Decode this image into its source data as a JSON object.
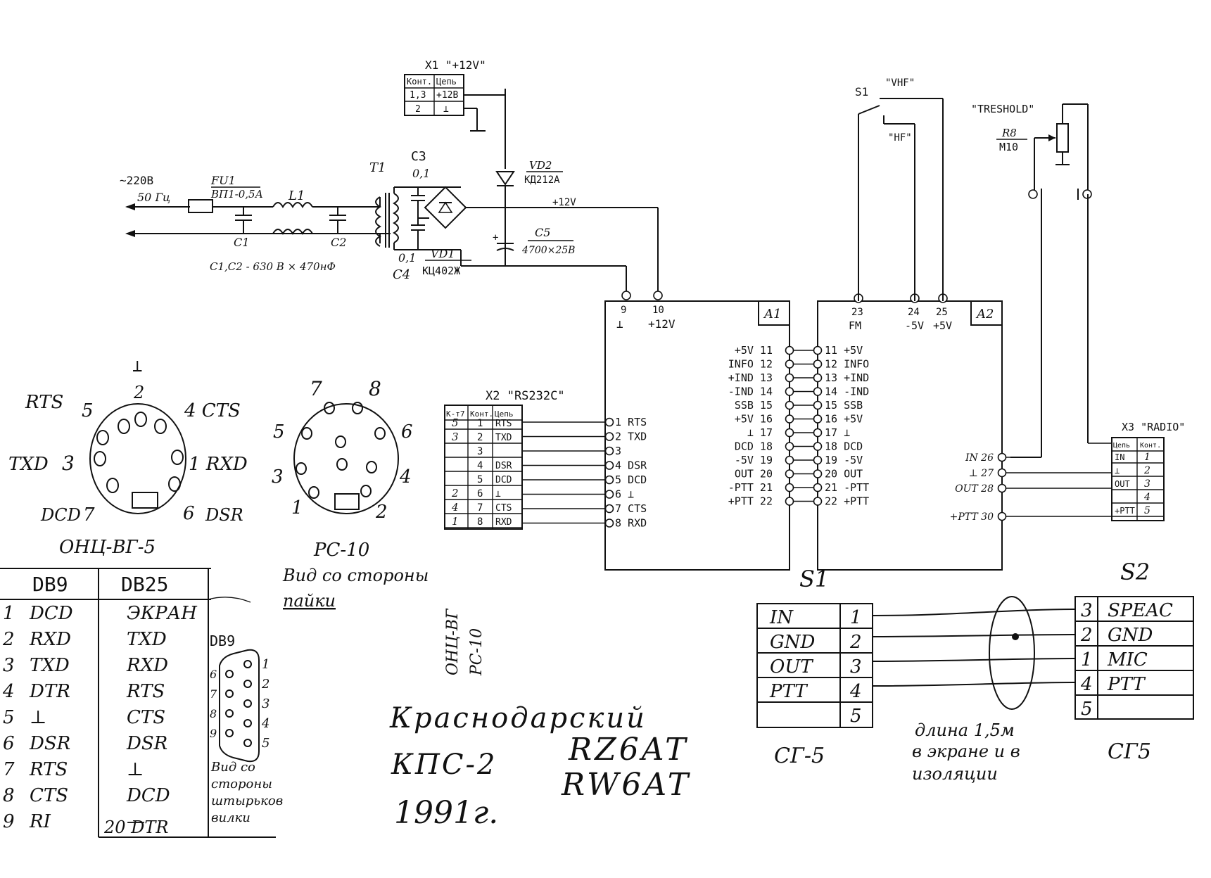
{
  "power": {
    "mains_label": "~220В",
    "freq_label": "50 Гц",
    "fuse_name": "FU1",
    "fuse_type": "ВП1-0,5А",
    "l1": "L1",
    "c1": "C1",
    "c2": "C2",
    "c_note": "C1,C2 - 630 В × 470нФ",
    "t1": "T1",
    "c3": "C3",
    "c3_val": "0,1",
    "c4": "C4",
    "c4_val": "0,1",
    "vd1": "VD1",
    "vd1_type": "КЦ402Ж",
    "vd2": "VD2",
    "vd2_type": "КД212А",
    "c5": "C5",
    "c5_val": "4700×25В",
    "rail": "+12V"
  },
  "x1": {
    "title": "X1 \"+12V\"",
    "headers": [
      "Конт.",
      "Цепь"
    ],
    "rows": [
      [
        "1,3",
        "+12В"
      ],
      [
        "2",
        "⊥"
      ]
    ]
  },
  "s1_switch": {
    "name": "S1",
    "vhf": "\"VHF\"",
    "hf": "\"HF\""
  },
  "threshold": {
    "label": "\"TRESHOLD\"",
    "ref": "R8",
    "val": "M10"
  },
  "a1": {
    "name": "A1",
    "top_pins": [
      {
        "num": "9",
        "name": "⊥"
      },
      {
        "num": "10",
        "name": "+12V"
      }
    ],
    "right_pins": [
      {
        "num": "11",
        "name": "+5V"
      },
      {
        "num": "12",
        "name": "INFO"
      },
      {
        "num": "13",
        "name": "+IND"
      },
      {
        "num": "14",
        "name": "-IND"
      },
      {
        "num": "15",
        "name": "SSB"
      },
      {
        "num": "16",
        "name": "+5V"
      },
      {
        "num": "17",
        "name": "⊥"
      },
      {
        "num": "18",
        "name": "DCD"
      },
      {
        "num": "19",
        "name": "-5V"
      },
      {
        "num": "20",
        "name": "OUT"
      },
      {
        "num": "21",
        "name": "-PTT"
      },
      {
        "num": "22",
        "name": "+PTT"
      }
    ],
    "left_pins": [
      {
        "num": "1",
        "name": "RTS"
      },
      {
        "num": "2",
        "name": "TXD"
      },
      {
        "num": "3",
        "name": ""
      },
      {
        "num": "4",
        "name": "DSR"
      },
      {
        "num": "5",
        "name": "DCD"
      },
      {
        "num": "6",
        "name": "⊥"
      },
      {
        "num": "7",
        "name": "CTS"
      },
      {
        "num": "8",
        "name": "RXD"
      }
    ]
  },
  "a2": {
    "name": "A2",
    "top_pins": [
      {
        "num": "23",
        "name": "FM"
      },
      {
        "num": "24",
        "name": "-5V"
      },
      {
        "num": "25",
        "name": "+5V"
      }
    ],
    "left_pins": [
      {
        "num": "11",
        "name": "+5V"
      },
      {
        "num": "12",
        "name": "INFO"
      },
      {
        "num": "13",
        "name": "+IND"
      },
      {
        "num": "14",
        "name": "-IND"
      },
      {
        "num": "15",
        "name": "SSB"
      },
      {
        "num": "16",
        "name": "+5V"
      },
      {
        "num": "17",
        "name": "⊥"
      },
      {
        "num": "18",
        "name": "DCD"
      },
      {
        "num": "19",
        "name": "-5V"
      },
      {
        "num": "20",
        "name": "OUT"
      },
      {
        "num": "21",
        "name": "-PTT"
      },
      {
        "num": "22",
        "name": "+PTT"
      }
    ],
    "right_pins": [
      {
        "num": "26",
        "name": "IN"
      },
      {
        "num": "27",
        "name": "⊥"
      },
      {
        "num": "28",
        "name": "OUT"
      },
      {
        "num": "30",
        "name": "+PTT"
      }
    ]
  },
  "x2": {
    "title": "X2 \"RS232C\"",
    "headers": [
      "К-т7",
      "Конт.",
      "Цепь"
    ],
    "rows": [
      [
        "5",
        "1",
        "RTS"
      ],
      [
        "3",
        "2",
        "TXD"
      ],
      [
        "",
        "3",
        ""
      ],
      [
        "",
        "4",
        "DSR"
      ],
      [
        "",
        "5",
        "DCD"
      ],
      [
        "2",
        "6",
        "⊥"
      ],
      [
        "4",
        "7",
        "CTS"
      ],
      [
        "1",
        "8",
        "RXD"
      ]
    ]
  },
  "x3": {
    "title": "X3 \"RADIO\"",
    "headers": [
      "Цепь",
      "Конт."
    ],
    "rows": [
      [
        "IN",
        "1"
      ],
      [
        "⊥",
        "2"
      ],
      [
        "OUT",
        "3"
      ],
      [
        "",
        "4"
      ],
      [
        "+PTT",
        "5"
      ]
    ]
  },
  "onc": {
    "caption": "ОНЦ-ВГ-5",
    "labels": [
      "⊥",
      "2",
      "RTS",
      "5",
      "4 CTS",
      "TXD",
      "3",
      "1 RXD",
      "DCD",
      "7",
      "6",
      "DSR"
    ]
  },
  "pc10": {
    "caption": "РС-10",
    "note_line1": "Вид со стороны",
    "note_line2": "пайки",
    "numbers": [
      "7",
      "8",
      "5",
      "6",
      "3",
      "4",
      "1",
      "2"
    ]
  },
  "side_label": {
    "line1": "ОНЦ-ВГ",
    "line2": "РС-10"
  },
  "pin_table": {
    "headers": [
      "DB9",
      "DB25"
    ],
    "rows": [
      [
        "1",
        "DCD",
        "ЭКРАН"
      ],
      [
        "2",
        "RXD",
        "TXD"
      ],
      [
        "3",
        "TXD",
        "RXD"
      ],
      [
        "4",
        "DTR",
        "RTS"
      ],
      [
        "5",
        "⊥",
        "CTS"
      ],
      [
        "6",
        "DSR",
        "DSR"
      ],
      [
        "7",
        "RTS",
        "⊥"
      ],
      [
        "8",
        "CTS",
        "DCD"
      ],
      [
        "9",
        "RI",
        "—"
      ]
    ],
    "extra": "20 DTR"
  },
  "db9": {
    "title": "DB9",
    "left_nums": [
      "6",
      "7",
      "8",
      "9"
    ],
    "right_nums": [
      "1",
      "2",
      "3",
      "4",
      "5"
    ],
    "note": [
      "Вид со",
      "стороны",
      "штырьков",
      "вилки"
    ]
  },
  "cable": {
    "s1": "S1",
    "s2": "S2",
    "left_rows": [
      [
        "IN",
        "1"
      ],
      [
        "GND",
        "2"
      ],
      [
        "OUT",
        "3"
      ],
      [
        "PTT",
        "4"
      ],
      [
        "",
        "5"
      ]
    ],
    "right_rows": [
      [
        "3",
        "SPEAC"
      ],
      [
        "2",
        "GND"
      ],
      [
        "1",
        "MIC"
      ],
      [
        "4",
        "PTT"
      ],
      [
        "5",
        ""
      ]
    ],
    "left_caption": "СГ-5",
    "right_caption": "СГ5",
    "note": [
      "длина 1,5м",
      "в экране и в",
      "изоляции"
    ]
  },
  "title_block": {
    "city": "Краснодарский",
    "model": "КПС-2",
    "year": "1991г.",
    "call1": "RZ6AT",
    "call2": "RW6AT"
  }
}
